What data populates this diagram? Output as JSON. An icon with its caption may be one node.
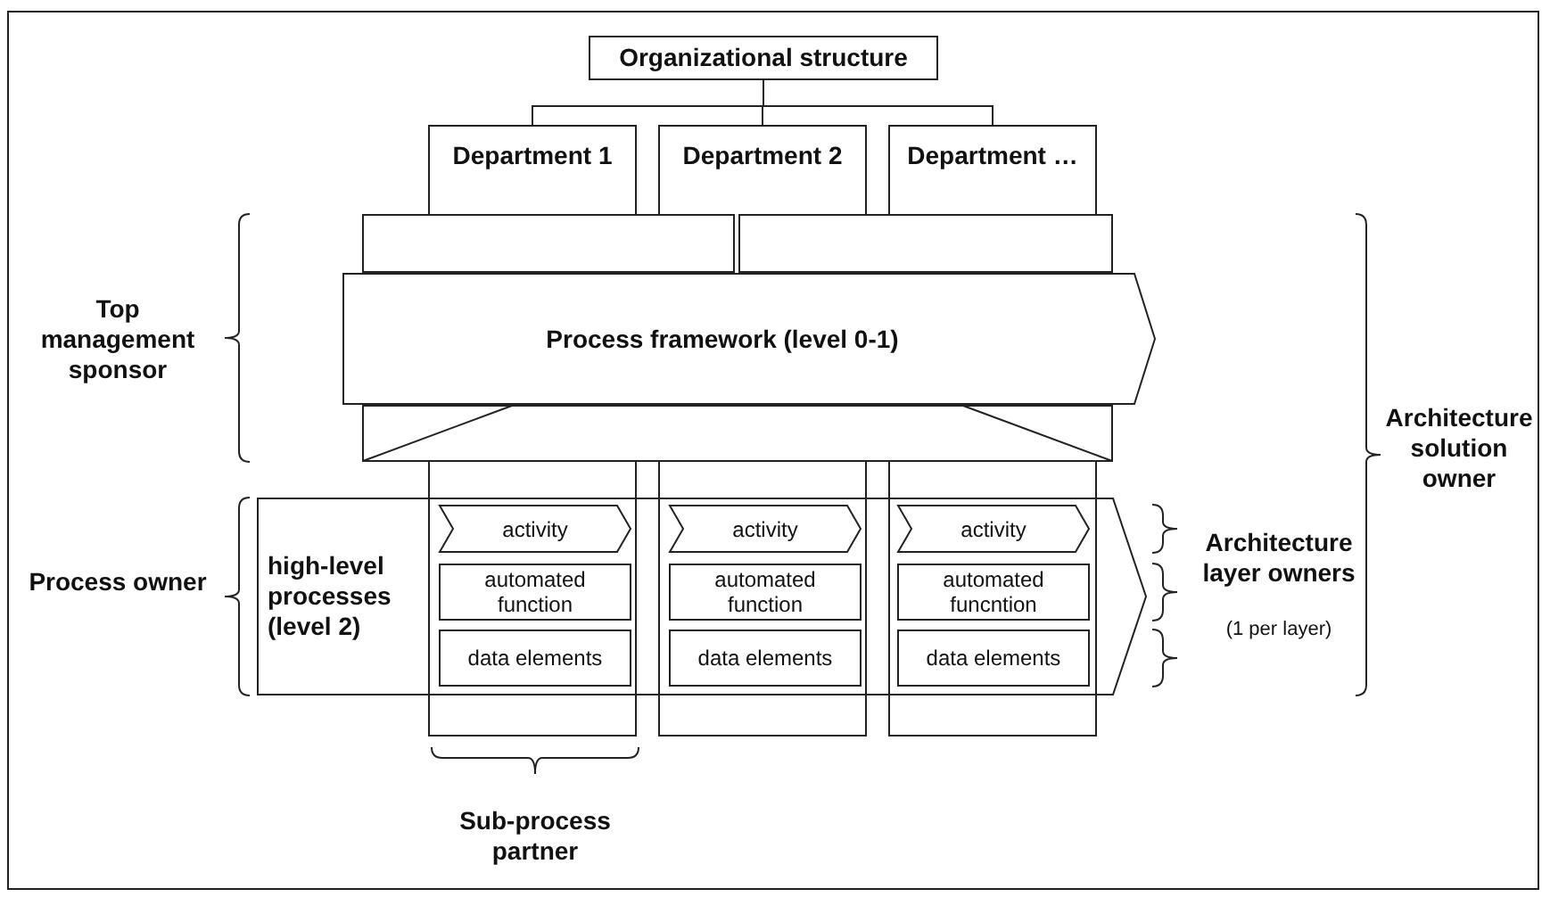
{
  "diagram": {
    "nodes": [
      {
        "text": [
          "Organizational structure"
        ]
      },
      {
        "text": [
          "Department 1"
        ]
      },
      {
        "text": [
          "Department 2"
        ]
      },
      {
        "text": [
          "Department …"
        ]
      },
      {
        "text": [],
        "shape": "box"
      },
      {
        "text": [],
        "shape": "box"
      },
      {
        "text": [
          "Process framework (level 0-1)"
        ]
      },
      {
        "text": [],
        "shape": "box"
      },
      {
        "text": [
          "high-level processes (level 2)"
        ]
      },
      {
        "text": [
          "activity"
        ]
      },
      {
        "text": [
          "automated function"
        ]
      },
      {
        "text": [
          "data elements"
        ]
      },
      {
        "text": [
          "activity"
        ]
      },
      {
        "text": [
          "automated function"
        ]
      },
      {
        "text": [
          "data elements"
        ]
      },
      {
        "text": [
          "activity"
        ]
      },
      {
        "text": [
          "automated funcntion"
        ]
      },
      {
        "text": [
          "data elements"
        ]
      }
    ],
    "edges": [
      {
        "from": 0,
        "to": 1,
        "arrow": "none"
      },
      {
        "from": 0,
        "to": 2,
        "arrow": "none"
      },
      {
        "from": 0,
        "to": 3,
        "arrow": "none"
      }
    ],
    "labels": [
      "Top management sponsor",
      "Architecture solution owner",
      "Process owner",
      "Architecture layer owners",
      "(1 per layer)",
      "Sub-process partner"
    ]
  }
}
